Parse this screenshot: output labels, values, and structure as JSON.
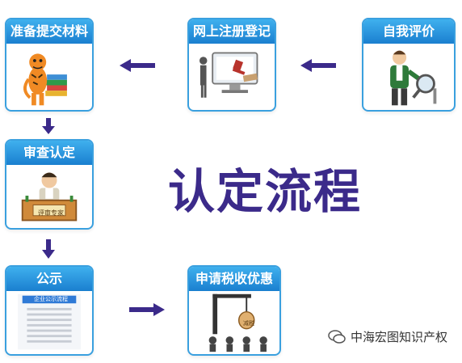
{
  "title": "认定流程",
  "steps": {
    "prepare": "准备提交材料",
    "register": "网上注册登记",
    "self_eval": "自我评价",
    "review": "审查认定",
    "public": "公示",
    "apply_tax": "申请税收优惠"
  },
  "inner_labels": {
    "review_badge": "评审专家",
    "public_doc": "企业公示流程",
    "tax_bag": "减税"
  },
  "watermark": "中海宏图知识产权",
  "colors": {
    "card_border": "#3aa0df",
    "card_header": "#1a7fcf",
    "title": "#3b2a8a",
    "arrow": "#3b2a8a"
  }
}
